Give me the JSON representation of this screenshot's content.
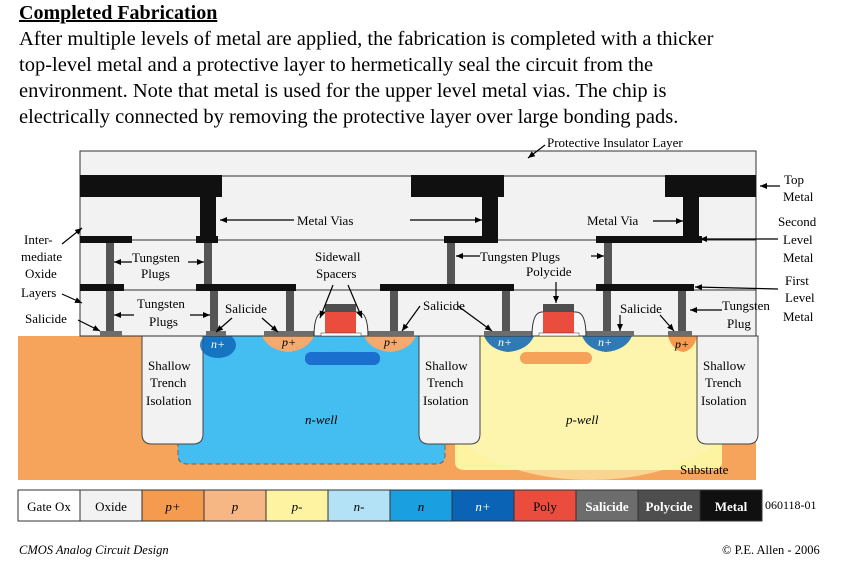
{
  "title": "Completed Fabrication",
  "intro_lines": [
    "After multiple levels of metal are applied, the fabrication is completed with a thicker",
    "top-level metal and a protective layer to hermetically seal the circuit from the",
    "environment.  Note that metal is used for the upper level metal vias.  The chip is",
    "electrically connected by removing the protective layer over large bonding pads."
  ],
  "labels": {
    "protective_insulator": "Protective Insulator Layer",
    "top_metal_1": "Top",
    "top_metal_2": "Metal",
    "metal_vias": "Metal Vias",
    "metal_via": "Metal Via",
    "second_level_1": "Second",
    "second_level_2": "Level",
    "second_level_3": "Metal",
    "inter_1": "Inter-",
    "inter_2": "mediate",
    "inter_3": "Oxide",
    "inter_4": "Layers",
    "tungsten_plugs_a1": "Tungsten",
    "tungsten_plugs_a2": "Plugs",
    "sidewall_1": "Sidewall",
    "sidewall_2": "Spacers",
    "tungsten_plugs_b": "Tungsten Plugs",
    "polycide": "Polycide",
    "first_level_1": "First",
    "first_level_2": "Level",
    "first_level_3": "Metal",
    "tungsten_plugs_c1": "Tungsten",
    "tungsten_plugs_c2": "Plugs",
    "salicide_left": "Salicide",
    "salicide_a": "Salicide",
    "salicide_b": "Salicide",
    "salicide_c": "Salicide",
    "tungsten_plug_1": "Tungsten",
    "tungsten_plug_2": "Plug",
    "nplus_1": "n+",
    "pplus_1": "p+",
    "pplus_2": "p+",
    "nplus_2": "n+",
    "nplus_3": "n+",
    "pplus_3": "p+",
    "sti_1": "Shallow",
    "sti_2": "Trench",
    "sti_3": "Isolation",
    "nwell": "n-well",
    "pwell": "p-well",
    "substrate": "Substrate"
  },
  "legend": [
    {
      "label": "Gate Ox",
      "color": "#ffffff"
    },
    {
      "label": "Oxide",
      "color": "#f2f2f2"
    },
    {
      "label": "p+",
      "color": "#f59b4f"
    },
    {
      "label": "p",
      "color": "#f7b784"
    },
    {
      "label": "p-",
      "color": "#fdf3a0"
    },
    {
      "label": "n-",
      "color": "#b3e2f7"
    },
    {
      "label": "n",
      "color": "#1a9fe0"
    },
    {
      "label": "n+",
      "color": "#0b63b5"
    },
    {
      "label": "Poly",
      "color": "#ea4d3d"
    },
    {
      "label": "Salicide",
      "color": "#6d6d6d"
    },
    {
      "label": "Polycide",
      "color": "#4e4e4e"
    },
    {
      "label": "Metal",
      "color": "#101010"
    }
  ],
  "figure_code": "060118-01",
  "footer_left": "CMOS Analog Circuit Design",
  "footer_right": "© P.E. Allen - 2006"
}
